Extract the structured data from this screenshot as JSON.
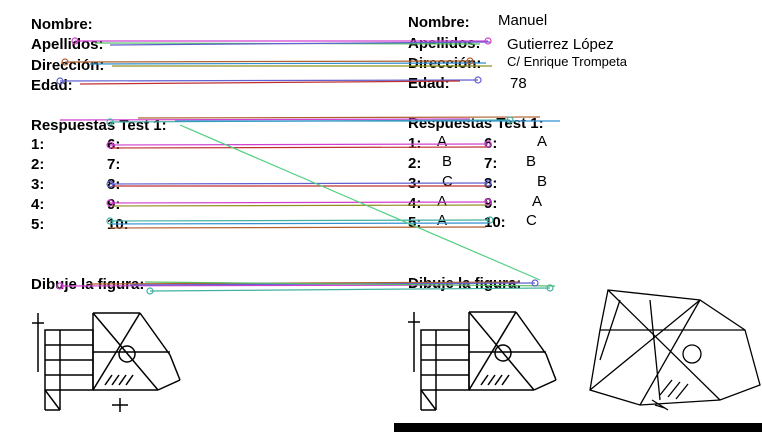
{
  "left_form": {
    "fields": [
      {
        "label": "Nombre:"
      },
      {
        "label": "Apellidos:"
      },
      {
        "label": "Dirección:"
      },
      {
        "label": "Edad:"
      }
    ],
    "test_heading": "Respuestas Test 1:",
    "answers_left": [
      "1:",
      "2:",
      "3:",
      "4:",
      "5:"
    ],
    "answers_right": [
      "6:",
      "7:",
      "8:",
      "9:",
      "10:"
    ],
    "draw_heading": "Dibuje la figura:"
  },
  "right_form": {
    "fields": [
      {
        "label": "Nombre:",
        "value": "Manuel"
      },
      {
        "label": "Apellidos:",
        "value": "Gutierrez López"
      },
      {
        "label": "Dirección:",
        "value": "C/ Enrique Trompeta"
      },
      {
        "label": "Edad:",
        "value": "78"
      }
    ],
    "test_heading": "Respuestas Test 1:",
    "answers_left": [
      {
        "num": "1:",
        "answer": "A"
      },
      {
        "num": "2:",
        "answer": "B"
      },
      {
        "num": "3:",
        "answer": "C"
      },
      {
        "num": "4:",
        "answer": "A"
      },
      {
        "num": "5:",
        "answer": "A"
      }
    ],
    "answers_right": [
      {
        "num": "6:",
        "answer": "A"
      },
      {
        "num": "7:",
        "answer": "B"
      },
      {
        "num": "8:",
        "answer": "B"
      },
      {
        "num": "9:",
        "answer": "A"
      },
      {
        "num": "10:",
        "answer": "C"
      }
    ],
    "draw_heading": "Dibuje la figura:"
  },
  "colors": {
    "match_lines": [
      "#d040d0",
      "#40b0a0",
      "#b06030",
      "#6060d0",
      "#50c060",
      "#c03030",
      "#3090d0",
      "#909020"
    ],
    "crossing_line": "#50d080"
  }
}
